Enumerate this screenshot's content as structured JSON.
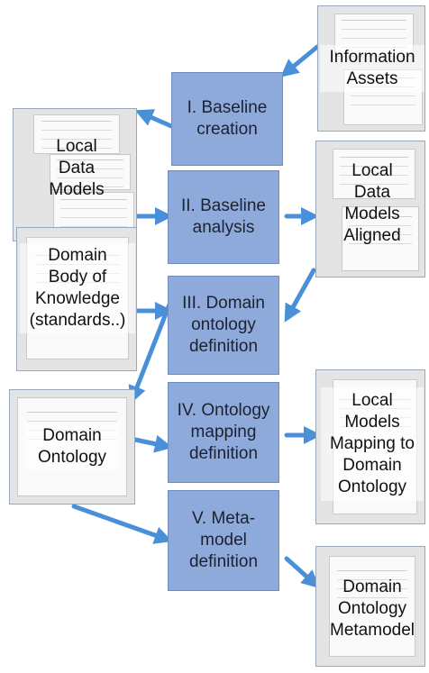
{
  "colors": {
    "step_fill": "#8eaadb",
    "step_border": "#6d8cc4",
    "arrow": "#4a90d9",
    "artifact_fill": "#e4e4e4"
  },
  "steps": [
    "I. Baseline\ncreation",
    "II. Baseline\nanalysis",
    "III. Domain\nontology\ndefinition",
    "IV. Ontology\nmapping\ndefinition",
    "V. Meta-\nmodel\ndefinition"
  ],
  "artifacts": {
    "information_assets": "Information\nAssets",
    "local_data_models": "Local\nData\nModels",
    "local_data_models_aligned": "Local\nData\nModels\nAligned",
    "domain_body_of_knowledge": "Domain\nBody of\nKnowledge\n(standards..)",
    "domain_ontology": "Domain\nOntology",
    "local_models_mapping": "Local\nModels\nMapping to\nDomain\nOntology",
    "domain_ontology_metamodel": "Domain\nOntology\nMetamodel"
  }
}
